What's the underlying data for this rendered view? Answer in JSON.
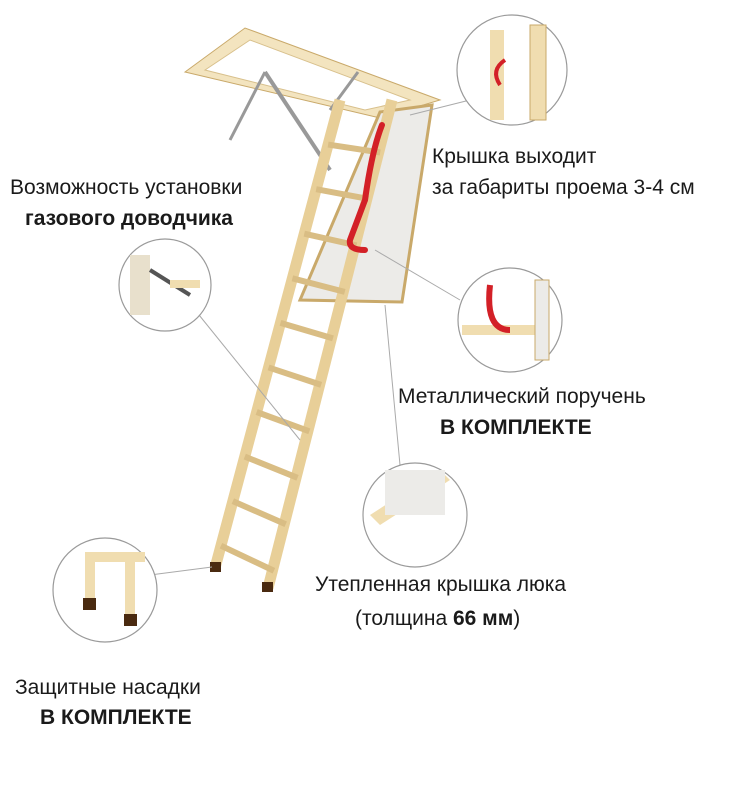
{
  "callouts": {
    "lid_overhang": {
      "line1": "Крышка выходит",
      "line2": "за габариты проема 3-4 см"
    },
    "gas_closer": {
      "line1": "Возможность установки",
      "line2": "газового доводчика"
    },
    "handrail": {
      "line1": "Металлический поручень",
      "line2": "В КОМПЛЕКТЕ"
    },
    "insulated_lid": {
      "line1": "Утепленная крышка люка",
      "line2_prefix": "(толщина ",
      "line2_bold": "66 мм",
      "line2_suffix": ")"
    },
    "feet_caps": {
      "line1": "Защитные насадки",
      "line2": "В КОМПЛЕКТЕ"
    }
  },
  "colors": {
    "wood": "#f0ddb0",
    "wood_edge": "#c9a96a",
    "rail": "#d32027",
    "lid": "#ecebe8",
    "circle": "#9a9a9a"
  }
}
